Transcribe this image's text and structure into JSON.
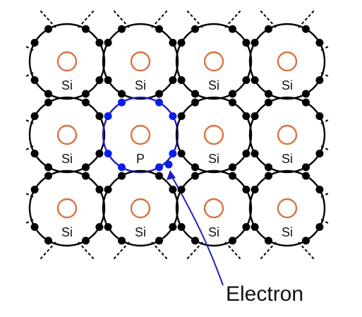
{
  "lattice": {
    "rows": 3,
    "cols": 4,
    "atoms": [
      [
        "Si",
        "Si",
        "Si",
        "Si"
      ],
      [
        "Si",
        "P",
        "Si",
        "Si"
      ],
      [
        "Si",
        "Si",
        "Si",
        "Si"
      ]
    ],
    "dopant": {
      "row": 1,
      "col": 1,
      "label": "P"
    }
  },
  "annotation": {
    "label": "Electron"
  },
  "colors": {
    "bond": "#000000",
    "electron": "#000000",
    "nucleus": "#d9733f",
    "dopant_bond": "#1f1fbf",
    "dopant_electron": "#0a1fe6",
    "arrow": "#1f1fbf"
  }
}
